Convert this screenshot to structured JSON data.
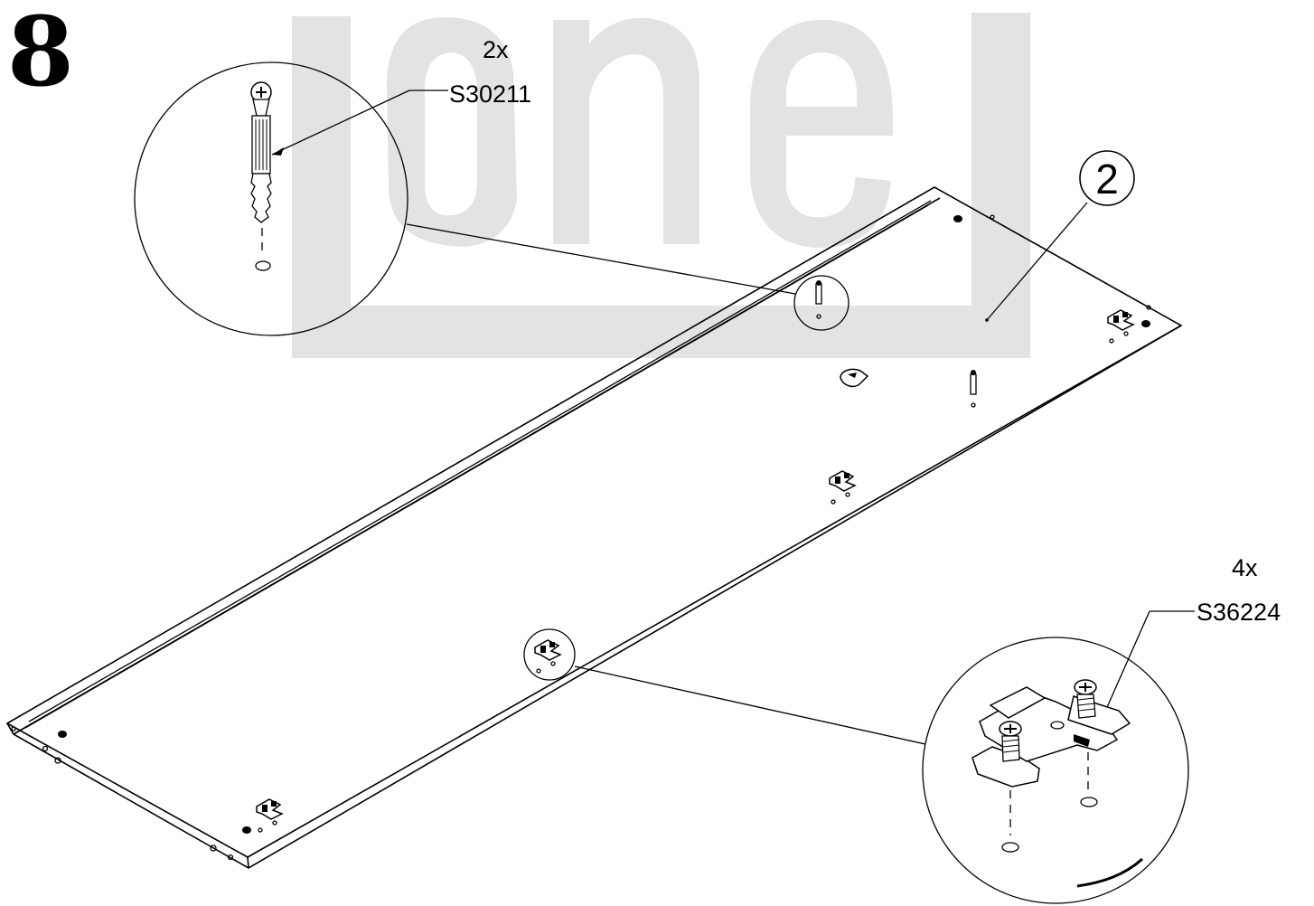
{
  "step_number": "8",
  "watermark": "Lonel",
  "panel": {
    "part_number": "2"
  },
  "callouts": [
    {
      "quantity": "2x",
      "code": "S30211",
      "item": "cam-dowel"
    },
    {
      "quantity": "4x",
      "code": "S36224",
      "item": "hinge-mounting-plate"
    }
  ],
  "icons": [
    "cam-dowel-icon",
    "hinge-plate-icon",
    "cam-lock-icon",
    "screw-head-icon",
    "drill-hole-icon"
  ],
  "colors": {
    "line": "#000000",
    "watermark": "#e3e3e3",
    "background": "#ffffff"
  }
}
